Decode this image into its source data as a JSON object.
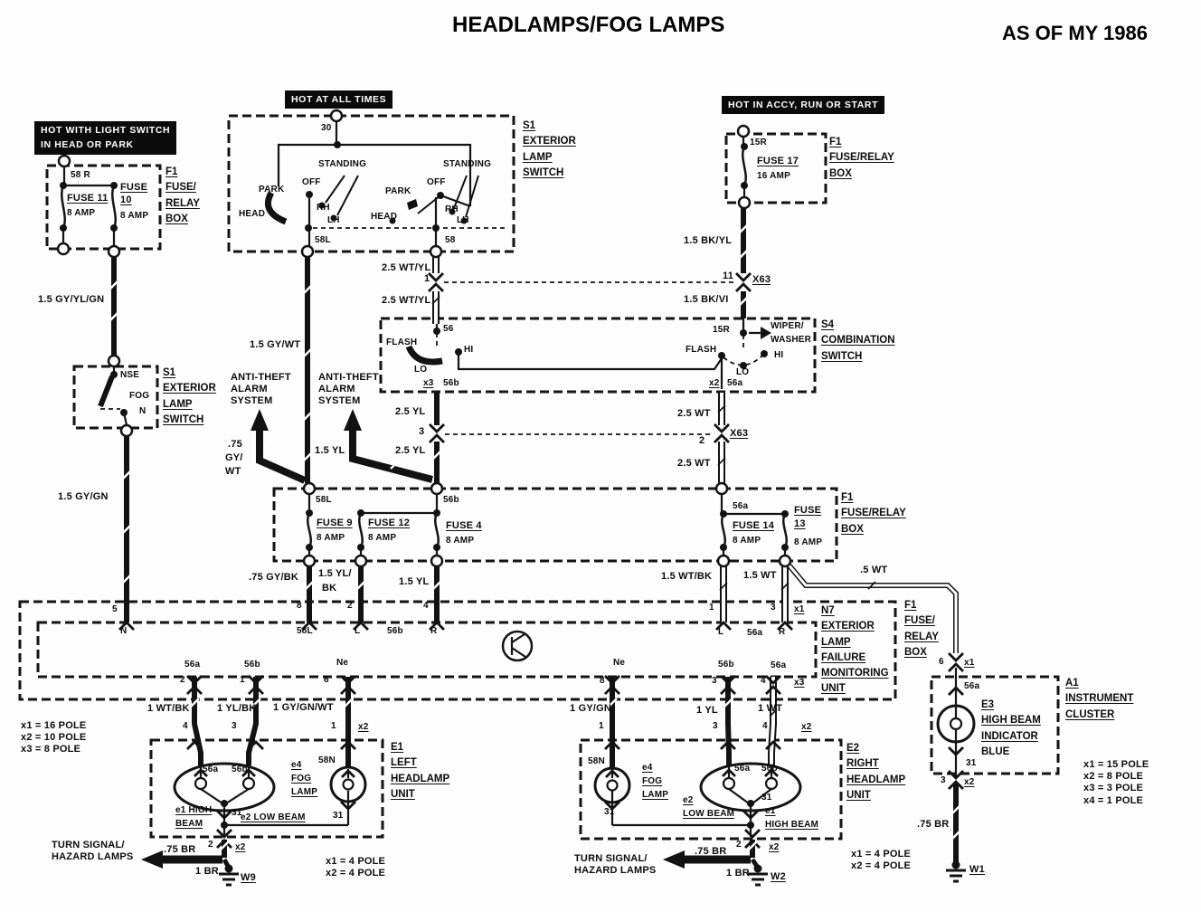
{
  "header": {
    "title": "HEADLAMPS/FOG LAMPS",
    "revision": "AS OF MY 1986"
  },
  "power": {
    "left_line1": "HOT WITH LIGHT SWITCH",
    "left_line2": "IN HEAD OR PARK",
    "center": "HOT AT ALL TIMES",
    "right": "HOT IN ACCY, RUN OR START"
  },
  "components": {
    "f1_top_left": {
      "lines": [
        "F1",
        "FUSE/",
        "RELAY",
        "BOX"
      ]
    },
    "s1_exterior_top": {
      "lines": [
        "S1",
        "EXTERIOR",
        "LAMP",
        "SWITCH"
      ]
    },
    "f1_top_right": {
      "lines": [
        "F1",
        "FUSE/RELAY",
        "BOX"
      ]
    },
    "s1_exterior_fog": {
      "lines": [
        "S1",
        "EXTERIOR",
        "LAMP",
        "SWITCH"
      ]
    },
    "s4_combination": {
      "lines": [
        "S4",
        "COMBINATION",
        "SWITCH"
      ]
    },
    "f1_mid": {
      "lines": [
        "F1",
        "FUSE/RELAY",
        "BOX"
      ]
    },
    "f1_n7": {
      "lines": [
        "F1",
        "FUSE/",
        "RELAY",
        "BOX"
      ]
    },
    "n7_unit": {
      "lines": [
        "N7",
        "EXTERIOR",
        "LAMP",
        "FAILURE",
        "MONITORING",
        "UNIT"
      ]
    },
    "e1_left_headlamp": {
      "lines": [
        "E1",
        "LEFT",
        "HEADLAMP",
        "UNIT"
      ]
    },
    "e2_right_headlamp": {
      "lines": [
        "E2",
        "RIGHT",
        "HEADLAMP",
        "UNIT"
      ]
    },
    "a1_cluster": {
      "lines": [
        "A1",
        "INSTRUMENT",
        "CLUSTER"
      ]
    },
    "e3_indicator": {
      "lines": [
        "E3",
        "HIGH BEAM",
        "INDICATOR"
      ],
      "note": "BLUE"
    }
  },
  "fuses": {
    "t58r": "58 R",
    "fuse11": "FUSE 11",
    "fuse11_amp": "8 AMP",
    "fuse10_a": "FUSE",
    "fuse10_b": "10",
    "fuse10_amp": "8 AMP",
    "t15r": "15R",
    "fuse17": "FUSE 17",
    "fuse17_amp": "16 AMP",
    "t58l": "58L",
    "t56b": "56b",
    "t56a": "56a",
    "fuse9": "FUSE 9",
    "fuse9_amp": "8 AMP",
    "fuse12": "FUSE 12",
    "fuse12_amp": "8 AMP",
    "fuse4": "FUSE 4",
    "fuse4_amp": "8 AMP",
    "fuse14": "FUSE 14",
    "fuse14_amp": "8 AMP",
    "fuse13_a": "FUSE",
    "fuse13_b": "13",
    "fuse13_amp": "8 AMP"
  },
  "lamp_switch": {
    "t30": "30",
    "standing_l": "STANDING",
    "park_l": "PARK",
    "off_l": "OFF",
    "head_l": "HEAD",
    "rh_l": "RH",
    "lh_l": "LH",
    "standing_r": "STANDING",
    "park_r": "PARK",
    "off_r": "OFF",
    "head_r": "HEAD",
    "rh_r": "RH",
    "lh_r": "LH",
    "t58l": "58L",
    "t58": "58"
  },
  "fog_switch": {
    "nse": "NSE",
    "fog": "FOG",
    "n": "N"
  },
  "comb_switch": {
    "t56": "56",
    "flash_l": "FLASH",
    "hi_l": "HI",
    "lo_l": "LO",
    "x3": "x3",
    "t56b": "56b",
    "t15r": "15R",
    "wiper_1": "WIPER/",
    "wiper_2": "WASHER",
    "flash_r": "FLASH",
    "hi_r": "HI",
    "lo_r": "LO",
    "x2": "x2",
    "t56a": "56a"
  },
  "connectors": {
    "c1": "1",
    "c11": "11",
    "x63_top": "X63",
    "c3": "3",
    "c2": "2",
    "x63_mid": "X63"
  },
  "wire_labels": {
    "gyylgn": "1.5 GY/YL/GN",
    "gygn": "1.5 GY/GN",
    "gywt": "1.5 GY/WT",
    "gywt75_1": ".75",
    "gywt75_2": "GY/",
    "gywt75_3": "WT",
    "yl15": "1.5 YL",
    "wtyl_a": "2.5 WT/YL",
    "wtyl_b": "2.5 WT/YL",
    "yl25_a": "2.5 YL",
    "yl25_b": "2.5 YL",
    "wt25_a": "2.5 WT",
    "wt25_b": "2.5 WT",
    "bkyl": "1.5 BK/YL",
    "bkvi": "1.5 BK/VI",
    "gybk": ".75 GY/BK",
    "ylbk_1": "1.5 YL/",
    "ylbk_2": "BK",
    "yl15b": "1.5 YL",
    "wtbk15": "1.5 WT/BK",
    "wt15": "1.5 WT",
    "wt5": ".5 WT",
    "wtbk1": "1 WT/BK",
    "ylbk1": "1 YL/BK",
    "gygnwt1": "1 GY/GN/WT",
    "gygn1": "1 GY/GN",
    "yl1": "1 YL",
    "wt1": "1 WT",
    "br75_e1": ".75 BR",
    "br1_e1": "1 BR",
    "br75_e2": ".75 BR",
    "br1_e2": "1 BR",
    "br75_a1": ".75 BR"
  },
  "n7": {
    "t5": "5",
    "n": "N",
    "t8": "8",
    "t58l": "58L",
    "t2": "2",
    "l_a": "L",
    "t56b_a": "56b",
    "t4": "4",
    "r_a": "R",
    "t1": "1",
    "l_b": "L",
    "t56a_a": "56a",
    "t3": "3",
    "r_b": "R",
    "x1": "x1",
    "b56a": "56a",
    "b2": "2",
    "b56b": "56b",
    "b1": "1",
    "bne": "Ne",
    "b6": "6",
    "c_ne": "Ne",
    "c8": "8",
    "c56b": "56b",
    "c3": "3",
    "c56a": "56a",
    "c4": "4",
    "x3": "x3"
  },
  "e1": {
    "t4": "4",
    "t3": "3",
    "t1": "1",
    "x2_top": "x2",
    "f56a": "56a",
    "f56b": "56b",
    "e4": "e4",
    "fog": "FOG",
    "lamp": "LAMP",
    "t58n": "58N",
    "t31_main": "31",
    "e1_hi_1": "e1 HIGH",
    "e1_hi_2": "BEAM",
    "e2_low": "e2 LOW BEAM",
    "t31_fog": "31",
    "t2": "2",
    "x2_bot": "x2"
  },
  "e2": {
    "t1": "1",
    "t3": "3",
    "t4": "4",
    "x2_top": "x2",
    "t58n": "58N",
    "e4": "e4",
    "fog": "FOG",
    "lamp": "LAMP",
    "t31_fog": "31",
    "f56a": "56a",
    "f56b": "56b",
    "t31_main": "31",
    "e2_low_1": "e2",
    "e2_low_2": "LOW BEAM",
    "e1_hi_1": "e1",
    "e1_hi_2": "HIGH BEAM",
    "t2": "2",
    "x2_bot": "x2"
  },
  "a1": {
    "t6": "6",
    "x1": "x1",
    "t56a": "56a",
    "t31": "31",
    "t3": "3",
    "x2": "x2"
  },
  "grounds": {
    "w9": "W9",
    "w2": "W2",
    "w1": "W1"
  },
  "annotations": {
    "anti_theft_1": [
      "ANTI-THEFT",
      "ALARM",
      "SYSTEM"
    ],
    "anti_theft_2": [
      "ANTI-THEFT",
      "ALARM",
      "SYSTEM"
    ],
    "turn_1": [
      "TURN SIGNAL/",
      "HAZARD LAMPS"
    ],
    "turn_2": [
      "TURN SIGNAL/",
      "HAZARD LAMPS"
    ]
  },
  "legends": {
    "n7_left": [
      "x1 = 16 POLE",
      "x2 = 10 POLE",
      "x3 = 8 POLE"
    ],
    "e1_conn": [
      "x1 = 4 POLE",
      "x2 = 4 POLE"
    ],
    "e2_conn": [
      "x1 = 4 POLE",
      "x2 = 4 POLE"
    ],
    "a1_conn": [
      "x1 = 15 POLE",
      "x2 = 8 POLE",
      "x3 = 3 POLE",
      "x4 = 1 POLE"
    ]
  }
}
